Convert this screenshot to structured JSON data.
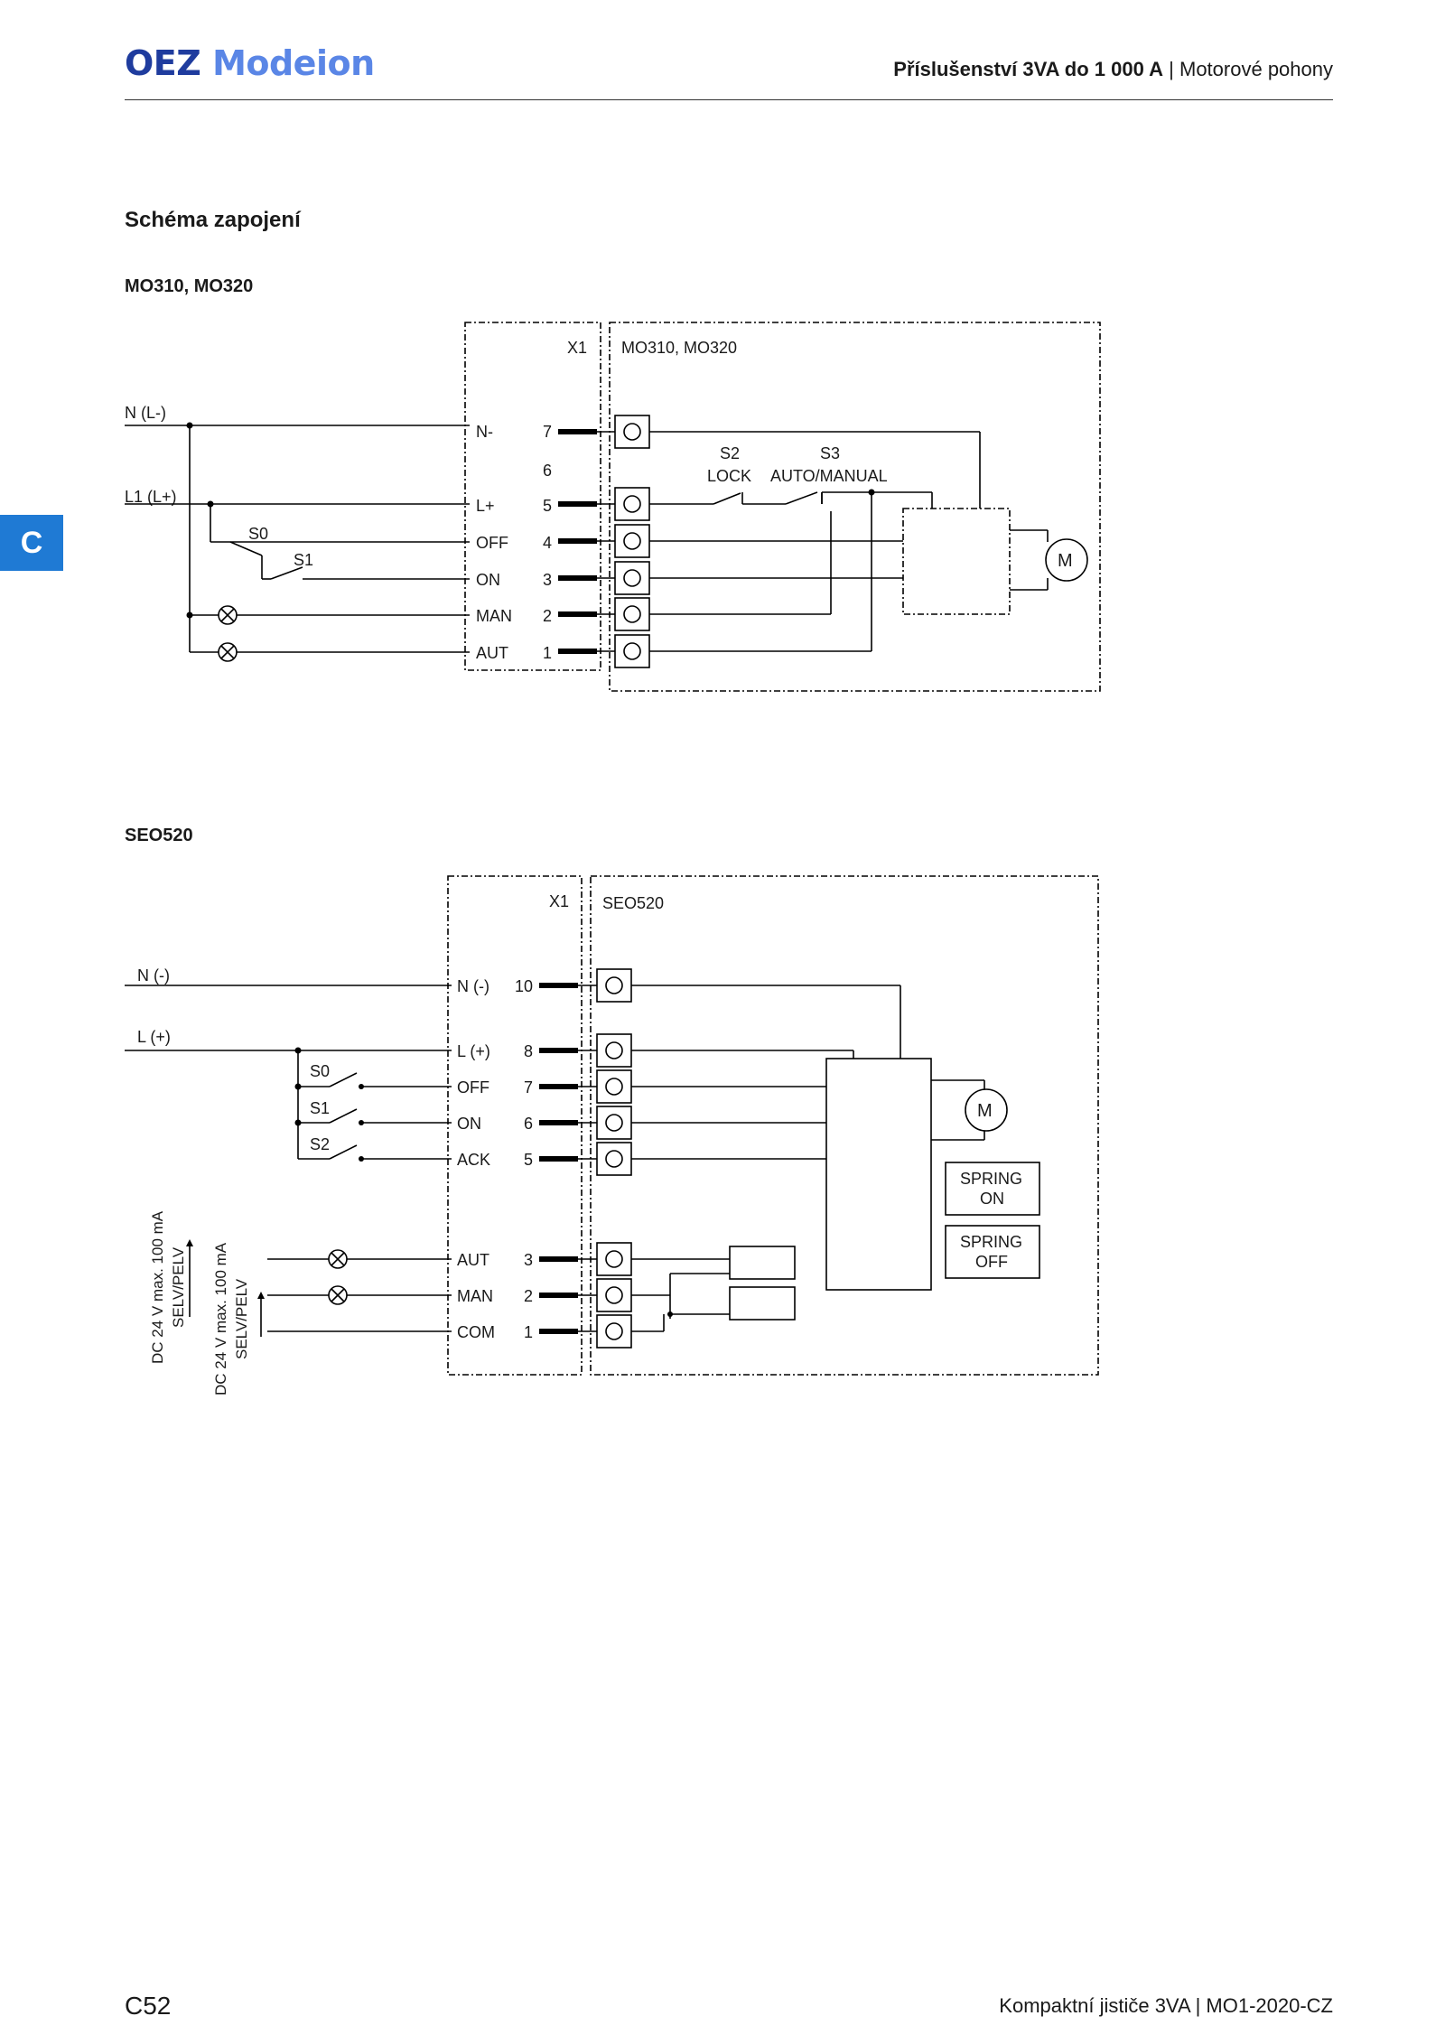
{
  "header": {
    "logo_oez": "OEZ",
    "logo_modeion": "Modeion",
    "title_bold": "Příslušenství 3VA do 1 000 A",
    "separator": "|",
    "title_rest": "Motorové pohony"
  },
  "section_title": "Schéma zapojení",
  "side_tab": "C",
  "diagram1": {
    "subtitle": "MO310, MO320",
    "x1_label": "X1",
    "device_label": "MO310, MO320",
    "n_line": "N (L-)",
    "l_line": "L1 (L+)",
    "s0": "S0",
    "s1": "S1",
    "s2": "S2",
    "s2_sub": "LOCK",
    "s3": "S3",
    "s3_sub": "AUTO/MANUAL",
    "motor": "M",
    "terminals": [
      {
        "label": "N-",
        "num": "7"
      },
      {
        "label": "",
        "num": "6"
      },
      {
        "label": "L+",
        "num": "5"
      },
      {
        "label": "OFF",
        "num": "4"
      },
      {
        "label": "ON",
        "num": "3"
      },
      {
        "label": "MAN",
        "num": "2"
      },
      {
        "label": "AUT",
        "num": "1"
      }
    ]
  },
  "diagram2": {
    "subtitle": "SEO520",
    "x1_label": "X1",
    "device_label": "SEO520",
    "n_line": "N (-)",
    "l_line": "L (+)",
    "s0": "S0",
    "s1": "S1",
    "s2": "S2",
    "motor": "M",
    "spring_on_1": "SPRING",
    "spring_on_2": "ON",
    "spring_off_1": "SPRING",
    "spring_off_2": "OFF",
    "dc_label_1a": "DC 24 V max. 100 mA",
    "dc_label_1b": "SELV/PELV",
    "dc_label_2a": "DC 24 V max. 100 mA",
    "dc_label_2b": "SELV/PELV",
    "terminals": [
      {
        "label": "N (-)",
        "num": "10"
      },
      {
        "label": "L (+)",
        "num": "8"
      },
      {
        "label": "OFF",
        "num": "7"
      },
      {
        "label": "ON",
        "num": "6"
      },
      {
        "label": "ACK",
        "num": "5"
      },
      {
        "label": "AUT",
        "num": "3"
      },
      {
        "label": "MAN",
        "num": "2"
      },
      {
        "label": "COM",
        "num": "1"
      }
    ]
  },
  "footer": {
    "page": "C52",
    "right_a": "Kompaktní jističe 3VA",
    "separator": "|",
    "right_b": "MO1-2020-CZ"
  }
}
